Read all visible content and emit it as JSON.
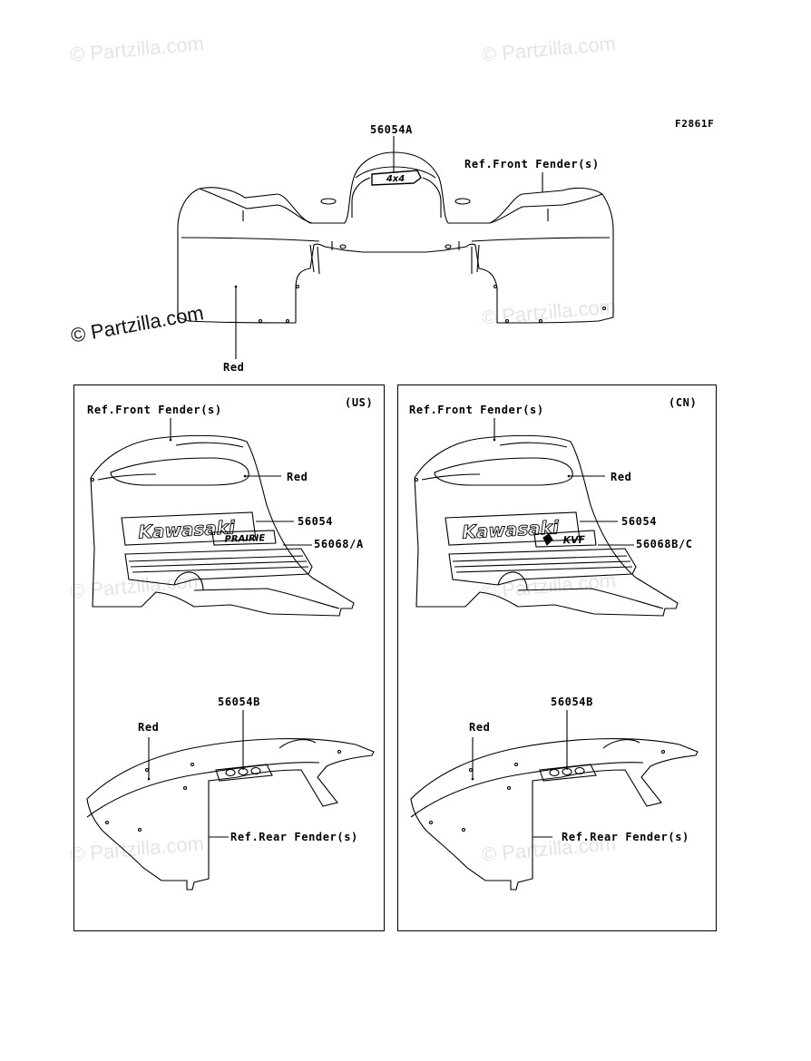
{
  "figure_code": "F2861F",
  "watermark": {
    "text": "© Partzilla.com"
  },
  "top": {
    "part_label": "56054A",
    "decal_text": "4x4",
    "ref_label": "Ref.Front Fender(s)",
    "color_label": "Red"
  },
  "panels": [
    {
      "region": "(US)",
      "ref_front": "Ref.Front Fender(s)",
      "color_front": "Red",
      "part_main": "56054",
      "part_sub": "56068/A",
      "logo_text": "Kawasaki",
      "sub_logo_text": "PRAIRIE",
      "part_rear": "56054B",
      "color_rear": "Red",
      "ref_rear": "Ref.Rear Fender(s)"
    },
    {
      "region": "(CN)",
      "ref_front": "Ref.Front Fender(s)",
      "color_front": "Red",
      "part_main": "56054",
      "part_sub": "56068B/C",
      "logo_text": "Kawasaki",
      "sub_logo_text": "KVF",
      "part_rear": "56054B",
      "color_rear": "Red",
      "ref_rear": "Ref.Rear Fender(s)"
    }
  ]
}
